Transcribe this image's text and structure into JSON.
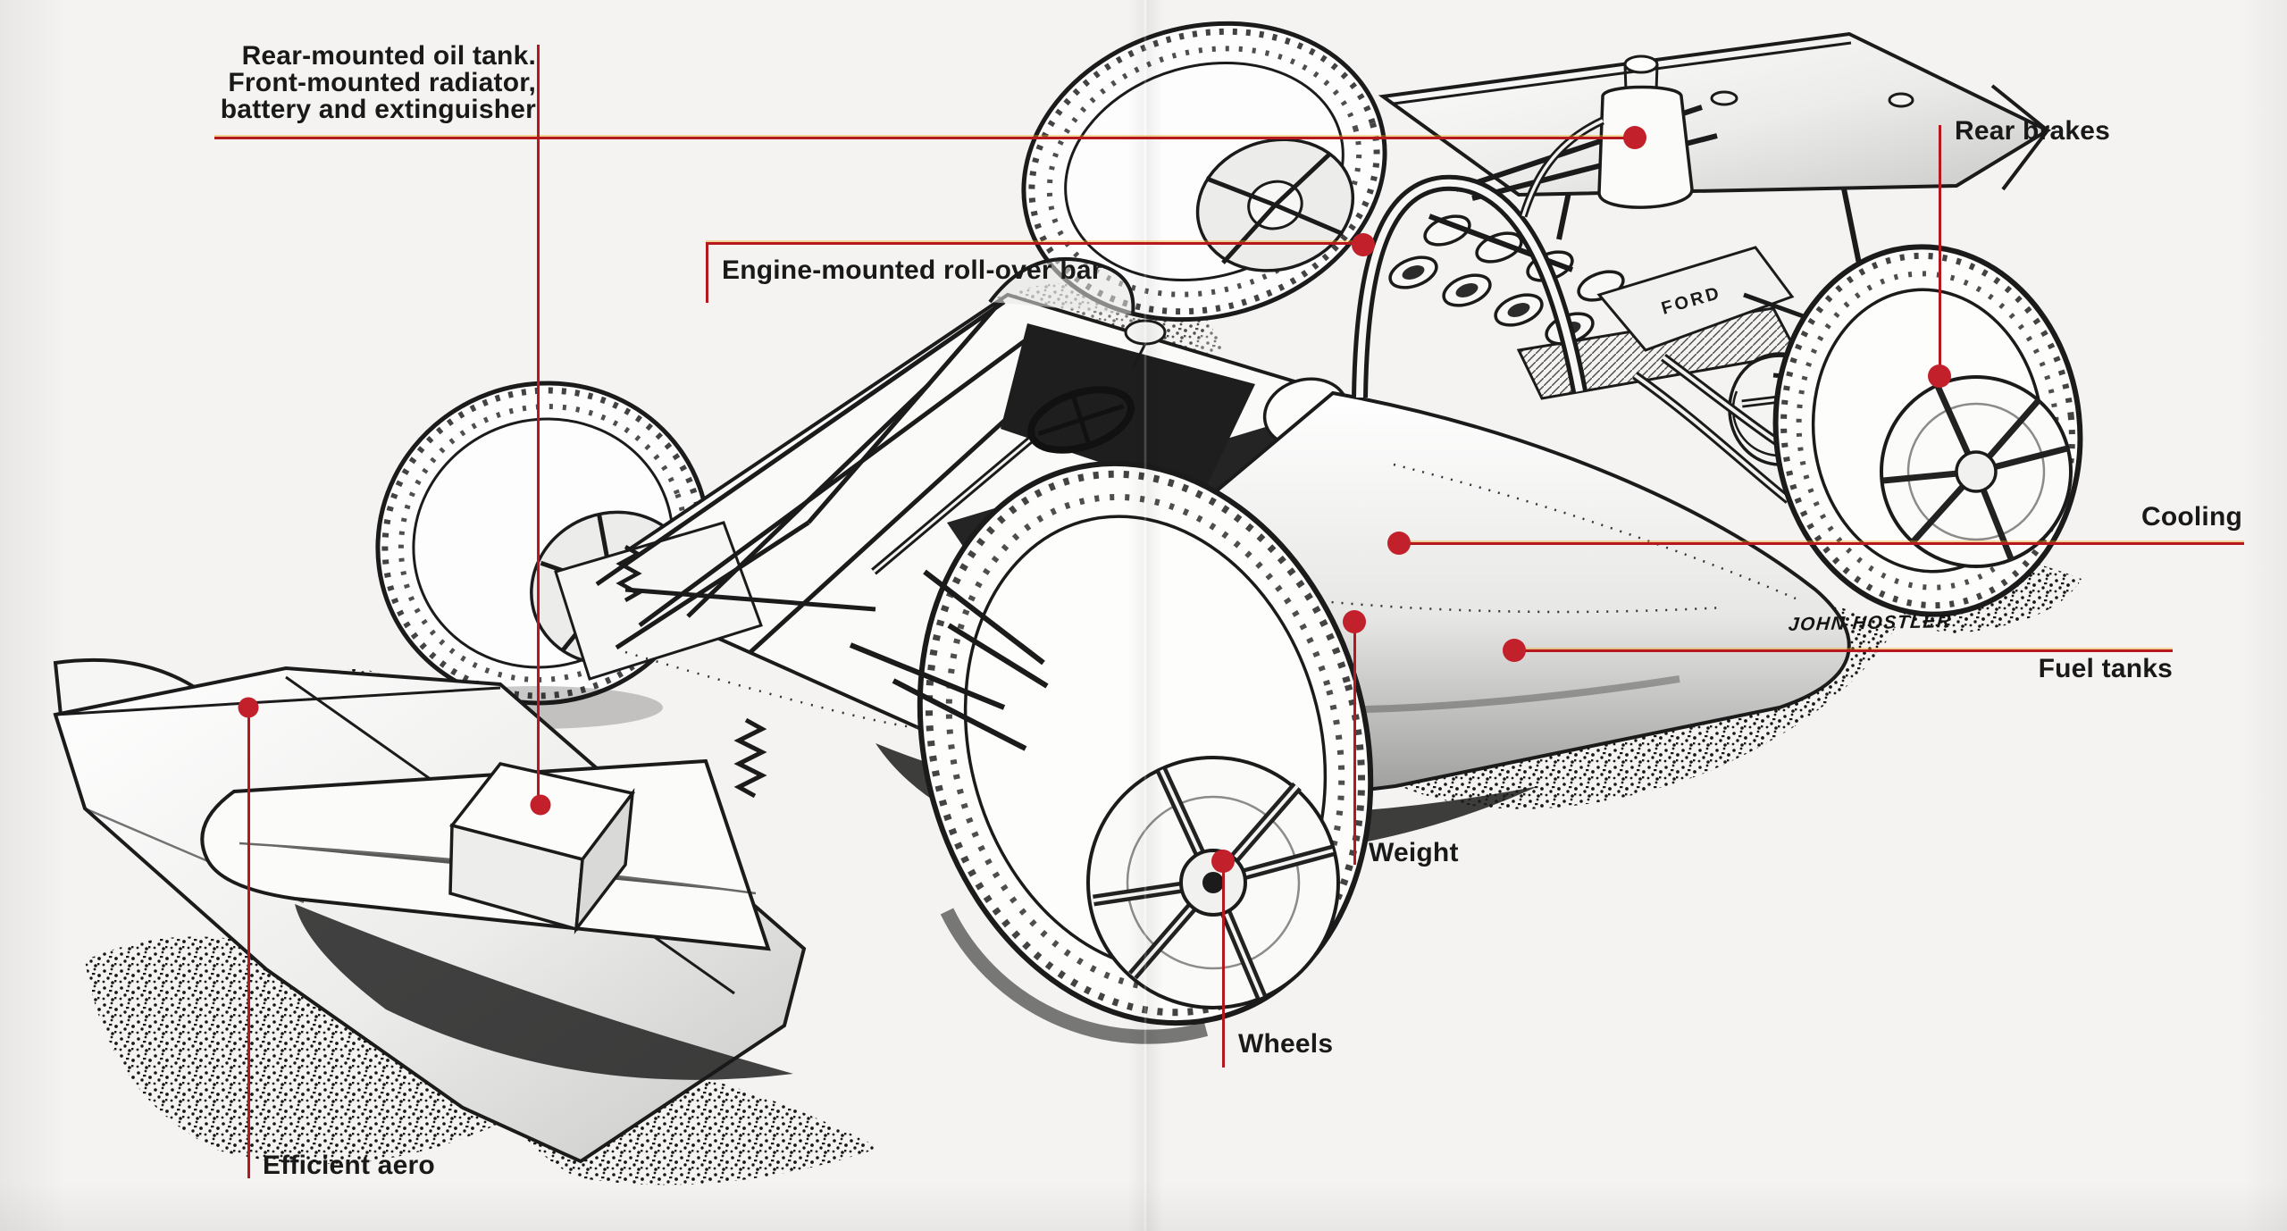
{
  "callouts": {
    "oil_tank": {
      "lines": [
        "Rear-mounted oil tank.",
        "Front-mounted radiator,",
        "battery and extinguisher"
      ]
    },
    "roll_over_bar": {
      "label": "Engine-mounted roll-over bar"
    },
    "rear_brakes": {
      "label": "Rear brakes"
    },
    "cooling": {
      "label": "Cooling"
    },
    "fuel_tanks": {
      "label": "Fuel tanks"
    },
    "weight": {
      "label": "Weight"
    },
    "wheels": {
      "label": "Wheels"
    },
    "efficient_aero": {
      "label": "Efficient aero"
    }
  },
  "illustration": {
    "signature": "JOHN HOSTLER",
    "engine_badge": "FORD",
    "description": "Black-and-white cutaway technical drawing of a 1970s Formula 1 car, nose pointing lower-left, with red annotation lines and dots"
  },
  "colors": {
    "paper": "#f4f3f1",
    "callout_line": "#b5191f",
    "callout_dot": "#c2202a",
    "label_text": "#191919",
    "ink": "#1b1b1b"
  }
}
